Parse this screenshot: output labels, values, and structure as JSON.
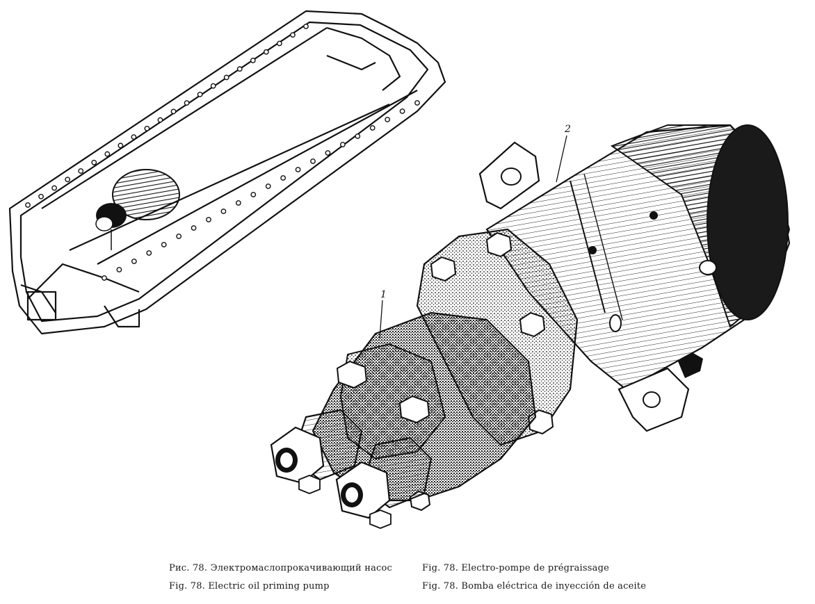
{
  "figure": {
    "callouts": [
      {
        "id": "1",
        "label": "1"
      },
      {
        "id": "2",
        "label": "2"
      }
    ],
    "captions": {
      "ru": "Рис. 78. Электромаслопрокачивающий насос",
      "en": "Fig. 78. Electric oil priming pump",
      "fr": "Fig. 78. Electro-pompe de prégraissage",
      "es": "Fig. 78. Bomba eléctrica de inyección de aceite"
    },
    "colors": {
      "ink": "#111111",
      "paper": "#ffffff",
      "shade": "#2a2a2a"
    }
  }
}
